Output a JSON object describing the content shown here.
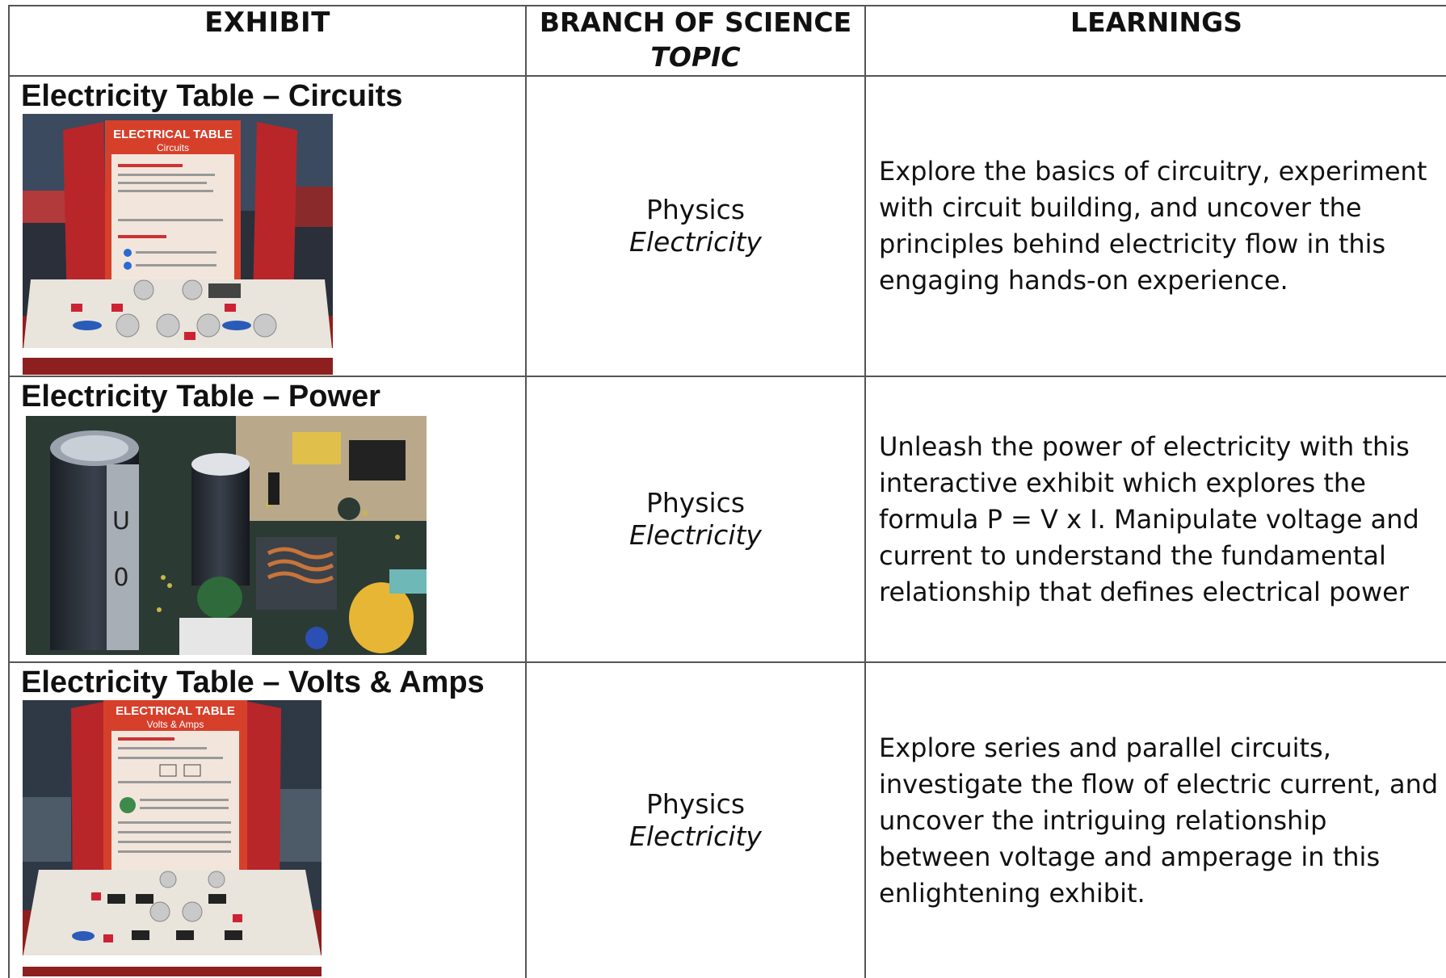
{
  "headers": {
    "exhibit": "EXHIBIT",
    "branch_line1": "BRANCH OF SCIENCE",
    "branch_line2": "TOPIC",
    "learnings": "LEARNINGS"
  },
  "rows": [
    {
      "exhibit": "Electricity Table – Circuits",
      "branch": "Physics",
      "topic": "Electricity",
      "learnings": "Explore the basics of circuitry, experiment with circuit building, and uncover the principles behind electricity flow in this engaging hands-on experience.",
      "photo_sign_title": "ELECTRICAL TABLE",
      "photo_sign_subtitle": "Circuits"
    },
    {
      "exhibit": "Electricity Table – Power",
      "branch": "Physics",
      "topic": "Electricity",
      "learnings": "Unleash the power of electricity with this interactive exhibit which explores the formula P = V x I. Manipulate voltage and current to understand the fundamental relationship that defines electrical power"
    },
    {
      "exhibit": "Electricity Table – Volts & Amps",
      "branch": "Physics",
      "topic": "Electricity",
      "learnings": "Explore series and parallel circuits, investigate the flow of electric current, and uncover the intriguing relationship between voltage and amperage in this enlightening exhibit.",
      "photo_sign_title": "ELECTRICAL TABLE",
      "photo_sign_subtitle": "Volts & Amps"
    }
  ],
  "colors": {
    "border": "#555555",
    "exhibit_red": "#c62828",
    "board_green": "#2f4f3a"
  }
}
